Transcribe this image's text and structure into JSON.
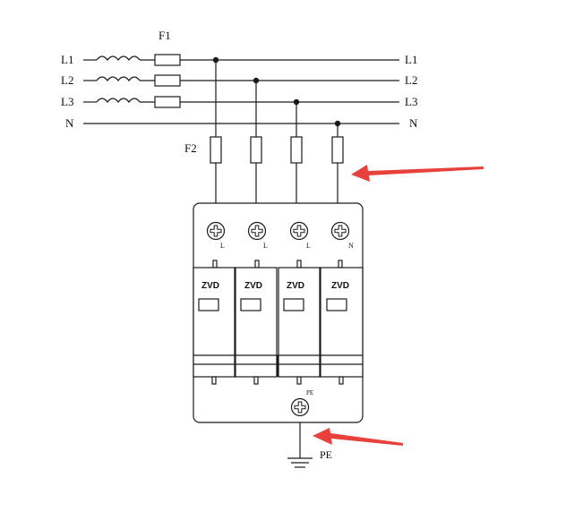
{
  "lines": [
    {
      "left_label": "L1",
      "right_label": "L1",
      "has_inductor": true,
      "has_fuse": true
    },
    {
      "left_label": "L2",
      "right_label": "L2",
      "has_inductor": true,
      "has_fuse": true
    },
    {
      "left_label": "L3",
      "right_label": "L3",
      "has_inductor": true,
      "has_fuse": true
    },
    {
      "left_label": "N",
      "right_label": "N",
      "has_inductor": false,
      "has_fuse": false
    }
  ],
  "fuse_group_label_f1": "F1",
  "fuse_group_label_f2": "F2",
  "terminals": [
    {
      "label": "L"
    },
    {
      "label": "L"
    },
    {
      "label": "L"
    },
    {
      "label": "N"
    }
  ],
  "modules": [
    {
      "label": "ZVD"
    },
    {
      "label": "ZVD"
    },
    {
      "label": "ZVD"
    },
    {
      "label": "ZVD"
    }
  ],
  "pe_terminal_label": "PE",
  "ground_label": "PE",
  "colors": {
    "line": "#1a1a1a",
    "arrow": "#e8403a"
  }
}
